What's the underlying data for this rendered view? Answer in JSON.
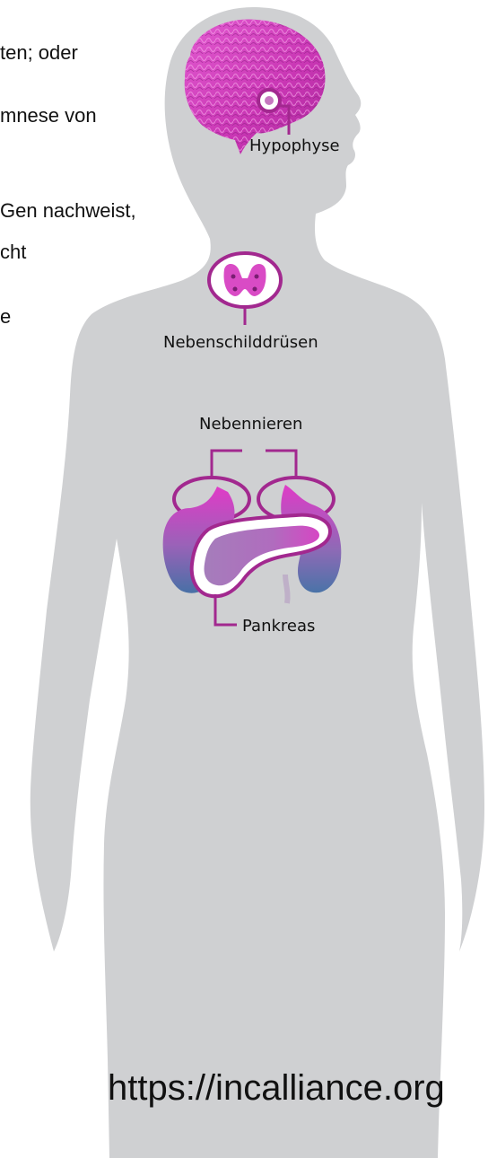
{
  "colors": {
    "background": "#ffffff",
    "silhouette": "#cfd0d2",
    "outline": "#a2288f",
    "organ_pink": "#d63fc0",
    "organ_blue": "#4f74a8",
    "organ_purple": "#a37bb9",
    "text": "#111111"
  },
  "side_text": {
    "line1": "ten; oder",
    "line2": "mnese von",
    "line3": "Gen nachweist,",
    "line4": "cht",
    "line5": "e"
  },
  "labels": {
    "hypophyse": "Hypophyse",
    "nebenschilddruesen": "Nebenschilddrüsen",
    "nebennieren": "Nebennieren",
    "pankreas": "Pankreas"
  },
  "source_url": "https://incalliance.org",
  "icons": {
    "brain": "brain-icon",
    "pituitary": "pituitary-icon",
    "thyroid": "thyroid-icon",
    "kidneys": "kidney-icon",
    "pancreas": "pancreas-icon"
  }
}
